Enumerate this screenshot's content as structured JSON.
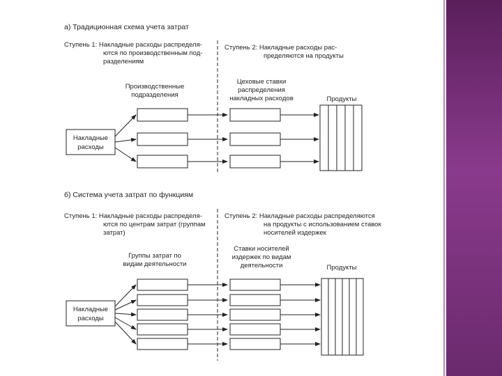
{
  "sections": [
    {
      "title": "а) Традиционная схема учета затрат",
      "step1": [
        "Ступень 1: Накладные расходы распределя-",
        "ются по производственным под-",
        "разделениям"
      ],
      "step2": [
        "Ступень 2: Накладные расходы рас-",
        "пределяются на продукты"
      ],
      "col1_label": [
        "Производственные",
        "подразделения"
      ],
      "col2_label": [
        "Цеховые ставки",
        "распределения",
        "накладных расходов"
      ],
      "col3_label": [
        "Продукты"
      ],
      "source_label": [
        "Накладные",
        "расходы"
      ]
    },
    {
      "title": "б) Система учета затрат по функциям",
      "step1": [
        "Ступень 1: Накладные расходы распределя-",
        "ются по центрам затрат (группам",
        "затрат)"
      ],
      "step2": [
        "Ступень 2: Накладные расходы распределяются",
        "на продукты с использованием ставок",
        "носителей издержек"
      ],
      "col1_label": [
        "Группы затрат по",
        "видам деятельности"
      ],
      "col2_label": [
        "Ставки носителей",
        "издержек по видам",
        "деятельности"
      ],
      "col3_label": [
        "Продукты"
      ],
      "source_label": [
        "Накладные",
        "расходы"
      ]
    }
  ],
  "colors": {
    "sidebar_dark": "#5a1f5b",
    "sidebar_light": "#8a3a8c",
    "line": "#222222"
  }
}
